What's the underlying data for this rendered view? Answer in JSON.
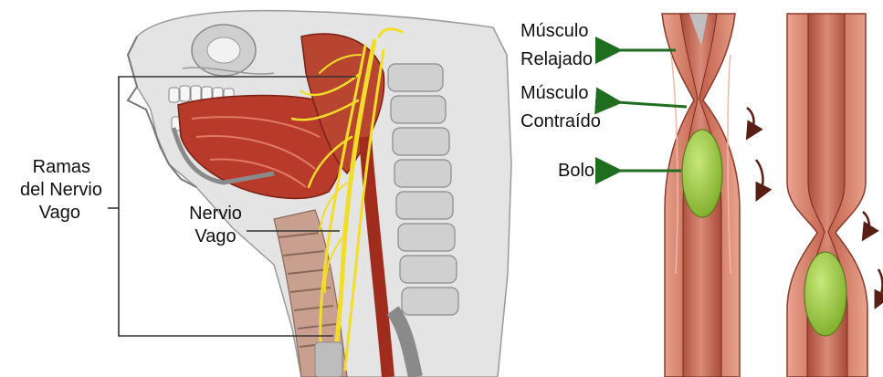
{
  "labels": {
    "vagus_branches": [
      "Ramas",
      "del Nervio",
      "Vago"
    ],
    "vagus_nerve": [
      "Nervio",
      "Vago"
    ],
    "relaxed_muscle": [
      "Músculo",
      "Relajado"
    ],
    "contracted_muscle": [
      "Músculo",
      "Contraído"
    ],
    "bolus": "Bolo"
  },
  "colors": {
    "arrow_green": "#1f6e1f",
    "leader_line": "#333333",
    "nerve_yellow": "#f2dd2a",
    "muscle_red": "#b83a2a",
    "esophagus_wall": "#c9705e",
    "bolus_green": "#9ccc3a",
    "bone_gray": "#d8d8d8"
  },
  "icons": [
    "green-arrow-icon",
    "curved-arrow-icon"
  ]
}
